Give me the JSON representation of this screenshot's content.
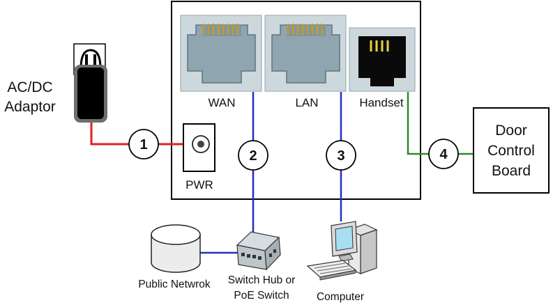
{
  "labels": {
    "adaptor_line1": "AC/DC",
    "adaptor_line2": "Adaptor",
    "wan": "WAN",
    "lan": "LAN",
    "handset": "Handset",
    "pwr": "PWR",
    "door_line1": "Door",
    "door_line2": "Control",
    "door_line3": "Board",
    "public_network": "Public Netwrok",
    "switch_line1": "Switch Hub or",
    "switch_line2": "PoE Switch",
    "computer": "Computer"
  },
  "badges": {
    "one": "1",
    "two": "2",
    "three": "3",
    "four": "4"
  },
  "colors": {
    "power_cable": "#e02020",
    "network_cable": "#2030c0",
    "handset_cable": "#2a8a2a",
    "port_housing": "#cdd8dd",
    "port_cavity": "#8fa6b0",
    "pin_gold": "#c99a26"
  }
}
